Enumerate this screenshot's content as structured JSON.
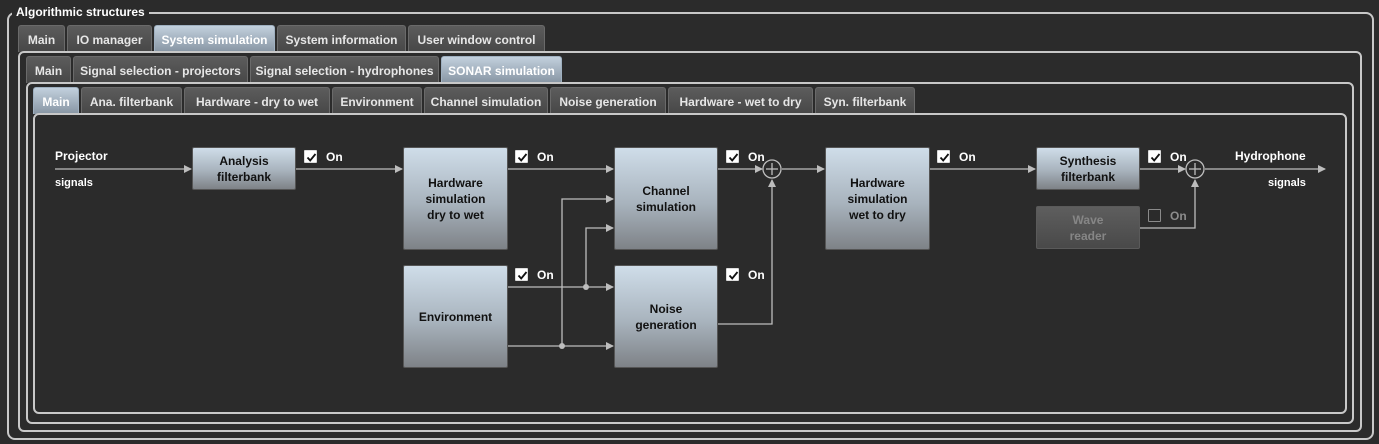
{
  "group_title": "Algorithmic structures",
  "tabs_level1": [
    "Main",
    "IO manager",
    "System simulation",
    "System information",
    "User window control"
  ],
  "tabs_level2": [
    "Main",
    "Signal selection - projectors",
    "Signal selection - hydrophones",
    "SONAR simulation"
  ],
  "tabs_level3": [
    "Main",
    "Ana. filterbank",
    "Hardware - dry to wet",
    "Environment",
    "Channel simulation",
    "Noise generation",
    "Hardware - wet to dry",
    "Syn. filterbank"
  ],
  "active": {
    "level1": "System simulation",
    "level2": "SONAR simulation",
    "level3": "Main"
  },
  "io_labels": {
    "projector": "Projector",
    "projector_signals": "signals",
    "hydrophone": "Hydrophone",
    "hydrophone_signals": "signals"
  },
  "blocks": {
    "analysis": {
      "label": "Analysis\nfilterbank",
      "toggle": "On",
      "checked": true
    },
    "dry_to_wet": {
      "label": "Hardware\nsimulation\ndry to wet",
      "toggle": "On",
      "checked": true
    },
    "channel": {
      "label": "Channel\nsimulation",
      "toggle": "On",
      "checked": true
    },
    "environment": {
      "label": "Environment",
      "toggle": "On",
      "checked": true
    },
    "noise": {
      "label": "Noise\ngeneration",
      "toggle": "On",
      "checked": true
    },
    "wet_to_dry": {
      "label": "Hardware\nsimulation\nwet to dry",
      "toggle": "On",
      "checked": true
    },
    "synthesis": {
      "label": "Synthesis\nfilterbank",
      "toggle": "On",
      "checked": true
    },
    "wave_reader": {
      "label": "Wave\nreader",
      "toggle": "On",
      "checked": false,
      "enabled": false
    }
  },
  "colors": {
    "background": "#2b2b2b",
    "frame": "#c8c8c8",
    "active_tab": "#9fb0c0",
    "wire": "#bdbdbd"
  }
}
